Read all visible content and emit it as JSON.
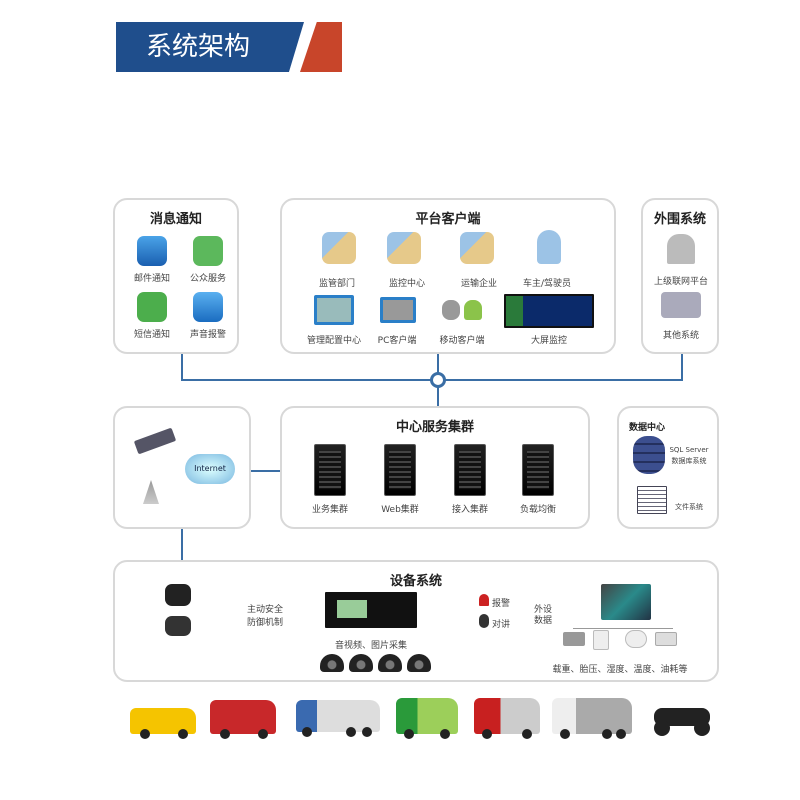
{
  "header": {
    "title": "系统架构"
  },
  "message": {
    "title": "消息通知",
    "items": [
      "邮件通知",
      "公众服务",
      "短信通知",
      "声音报警"
    ]
  },
  "platform": {
    "title": "平台客户端",
    "items": [
      "监管部门",
      "监控中心",
      "运输企业",
      "车主/驾驶员",
      "管理配置中心",
      "PC客户端",
      "移动客户端",
      "大屏监控"
    ]
  },
  "external": {
    "title": "外围系统",
    "items": [
      "上级联网平台",
      "其他系统"
    ]
  },
  "network": {
    "internet": "Internet"
  },
  "cluster": {
    "title": "中心服务集群",
    "items": [
      "业务集群",
      "Web集群",
      "接入集群",
      "负载均衡"
    ]
  },
  "datacenter": {
    "title": "数据中心",
    "db": "SQL Server",
    "db_sub": "数据库系统",
    "fs": "文件系统"
  },
  "device": {
    "title": "设备系统",
    "safety": [
      "主动安全",
      "防御机制"
    ],
    "av": "音视频、图片采集",
    "alarm": "报警",
    "intercom": "对讲",
    "peripheral": [
      "外设",
      "数据"
    ],
    "sensors": "载重、胎压、湿度、温度、油耗等"
  },
  "colors": {
    "banner": "#1f4e8c",
    "accent": "#c8452a",
    "line": "#3a6ea5"
  }
}
